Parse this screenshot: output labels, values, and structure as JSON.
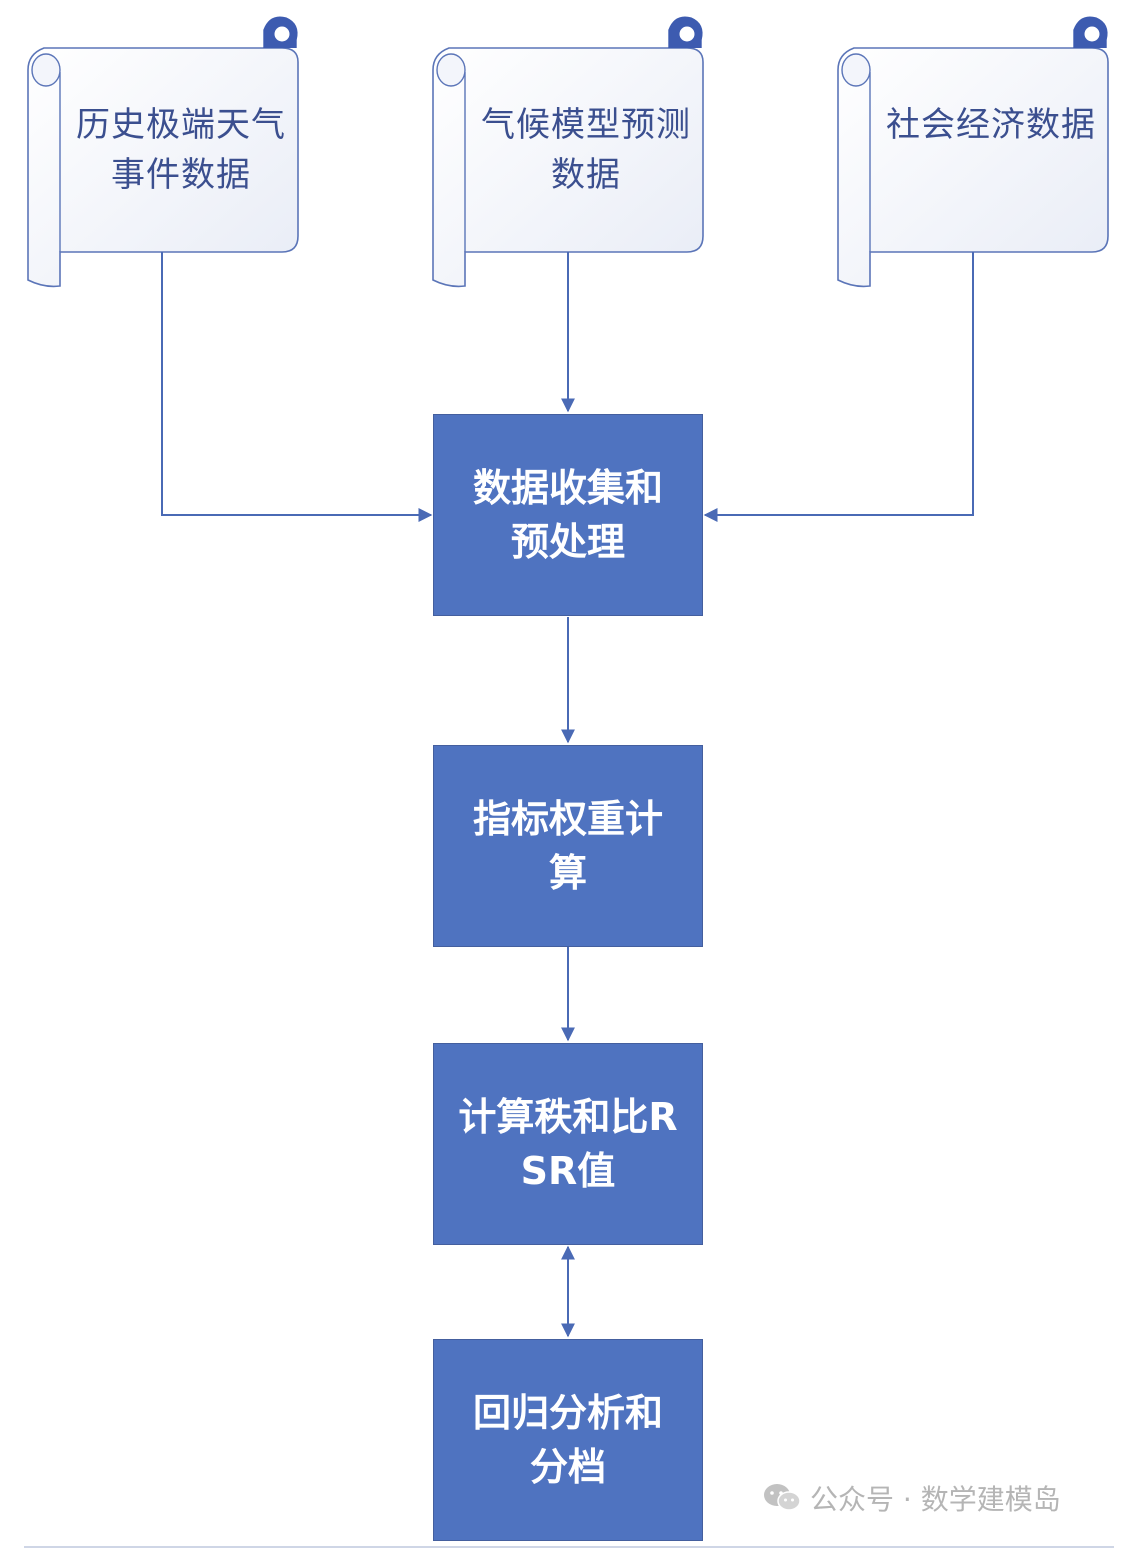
{
  "sources": [
    {
      "id": "historical",
      "label": "历史极端天气事件数据"
    },
    {
      "id": "climate",
      "label": "气候模型预测数据"
    },
    {
      "id": "socioeconomic",
      "label": "社会经济数据"
    }
  ],
  "steps": [
    {
      "id": "preprocess",
      "label": "数据收集和预处理"
    },
    {
      "id": "weights",
      "label": "指标权重计算"
    },
    {
      "id": "rsr",
      "label": "计算秩和比RSR值"
    },
    {
      "id": "regression",
      "label": "回归分析和分档"
    }
  ],
  "watermark": {
    "text": "公众号 · 数学建模岛",
    "icon": "wechat-icon"
  },
  "colors": {
    "box_fill": "#4f73c0",
    "line": "#4a6ab5",
    "scroll_fill": "#f3f5fb",
    "scroll_stroke": "#5b75b8",
    "text_dark": "#3b4f8f"
  }
}
